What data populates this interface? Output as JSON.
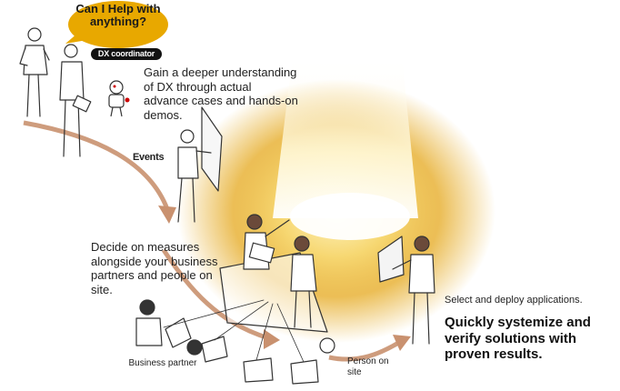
{
  "bubble": {
    "text": "Can I Help with anything?",
    "fill": "#E8A800"
  },
  "dx_coordinator_label": "DX coordinator",
  "gain_text": "Gain a deeper understanding of DX through actual advance cases and hands-on demos.",
  "events_label": "Events",
  "decide_text": "Decide on measures alongside your business partners and people on site.",
  "select_text": "Select and deploy applications.",
  "quick_text": "Quickly systemize and verify solutions with proven results.",
  "business_partner_label": "Business partner",
  "person_on_site_label": "Person on site",
  "icons": {
    "coordinator": "coordinator-person-icon",
    "robot": "robot-icon",
    "presenter": "presenter-icon",
    "meeting": "meeting-group-icon",
    "deployer": "deployer-person-icon"
  },
  "colors": {
    "arrow": "#C9916F",
    "glow": "#E3A20D",
    "line": "#333333"
  }
}
